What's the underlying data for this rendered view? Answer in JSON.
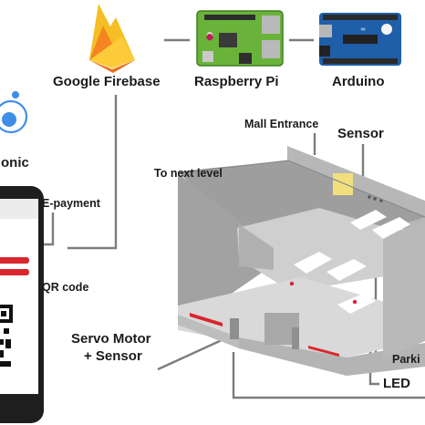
{
  "nodes": {
    "firebase": "Google Firebase",
    "raspberry_pi": "Raspberry Pi",
    "arduino": "Arduino",
    "ionic": "onic"
  },
  "callouts": {
    "mall_entrance": "Mall Entrance",
    "sensor": "Sensor",
    "to_next_level": "To next level",
    "e_payment": "E-payment",
    "qr_code": "QR code",
    "servo_motor_line1": "Servo Motor",
    "servo_motor_line2": "+ Sensor",
    "parking": "Parki",
    "led": "LED"
  },
  "colors": {
    "firebase_orange": "#f6a21c",
    "raspberry_green": "#69b33a",
    "arduino_blue": "#1f5ea8",
    "connector_gray": "#7a7a7a",
    "red_strip": "#d9262d",
    "sensor_yellow": "#f1df7d"
  }
}
